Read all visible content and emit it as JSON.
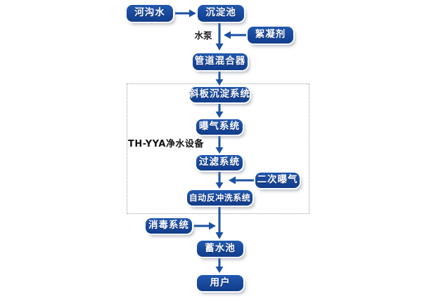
{
  "diagram": {
    "type": "flowchart",
    "group": {
      "label": "TH-YYA净水设备"
    },
    "pump_label": "水泵",
    "nodes": [
      {
        "id": "ditch-water",
        "label": "河沟水"
      },
      {
        "id": "sedimentation-tank",
        "label": "沉淀池"
      },
      {
        "id": "flocculant",
        "label": "絮凝剂"
      },
      {
        "id": "pipe-mixer",
        "label": "管道混合器"
      },
      {
        "id": "inclined-plate-sedimentation",
        "label": "斜板沉淀系统"
      },
      {
        "id": "aeration-system",
        "label": "曝气系统"
      },
      {
        "id": "filtration-system",
        "label": "过滤系统"
      },
      {
        "id": "secondary-aeration",
        "label": "二次曝气"
      },
      {
        "id": "auto-backwash-system",
        "label": "自动反冲洗系统"
      },
      {
        "id": "disinfection-system",
        "label": "消毒系统"
      },
      {
        "id": "storage-tank",
        "label": "蓄水池"
      },
      {
        "id": "user",
        "label": "用户"
      }
    ],
    "edges": [
      {
        "from": "ditch-water",
        "to": "sedimentation-tank"
      },
      {
        "from": "sedimentation-tank",
        "to": "pipe-mixer",
        "label": "水泵"
      },
      {
        "from": "flocculant",
        "to": "main-flow-line"
      },
      {
        "from": "pipe-mixer",
        "to": "inclined-plate-sedimentation"
      },
      {
        "from": "inclined-plate-sedimentation",
        "to": "aeration-system"
      },
      {
        "from": "aeration-system",
        "to": "filtration-system"
      },
      {
        "from": "filtration-system",
        "to": "auto-backwash-system"
      },
      {
        "from": "secondary-aeration",
        "to": "main-flow-line"
      },
      {
        "from": "auto-backwash-system",
        "to": "storage-tank"
      },
      {
        "from": "disinfection-system",
        "to": "main-flow-line"
      },
      {
        "from": "storage-tank",
        "to": "user"
      }
    ],
    "colors": {
      "node_fill": "#17489c",
      "node_ring": "#ffffff",
      "arrow": "#1b51a5",
      "group_border": "#9c9c9c",
      "label_text": "#141414",
      "background": "#ffffff"
    }
  }
}
